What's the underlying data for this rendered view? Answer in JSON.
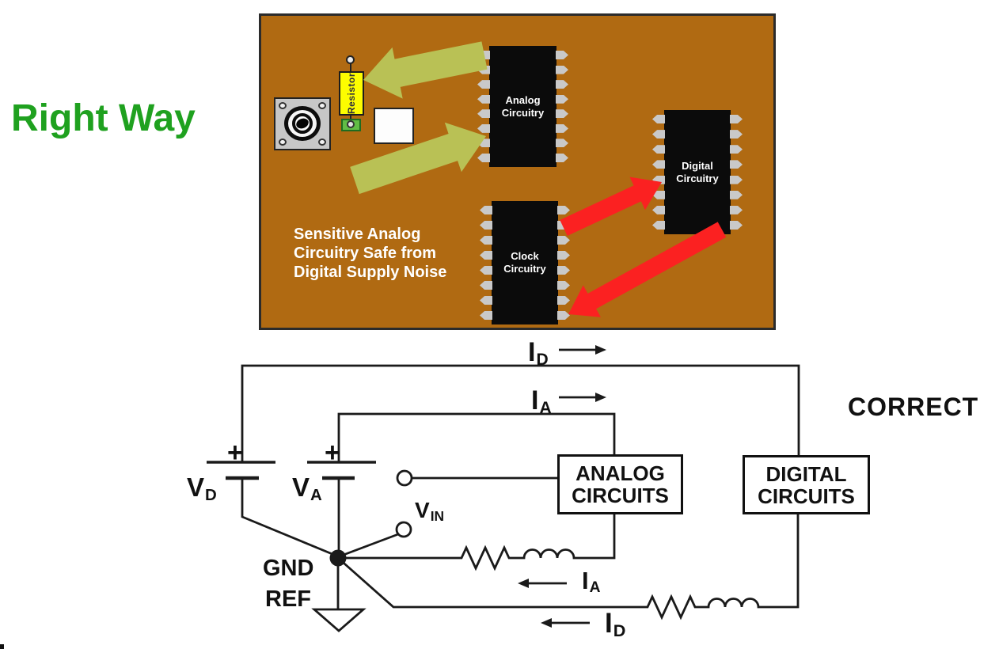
{
  "headings": {
    "right_way": "Right Way",
    "correct": "CORRECT"
  },
  "colors": {
    "right_way_green": "#1fa11f",
    "pcb_brown": "#b06a12",
    "pcb_border": "#2b2b2b",
    "arrow_green": "#b9c155",
    "arrow_red": "#fb2121",
    "chip_black": "#0b0b0b",
    "pin_gray": "#c9c9c9",
    "connector_gray": "#c7c7c7",
    "resistor_yellow": "#fdfd00",
    "pad_green": "#62bd46",
    "line_black": "#1a1a1a"
  },
  "pcb": {
    "resistor_label": "Resistor",
    "caption_lines": [
      "Sensitive Analog",
      "Circuitry Safe from",
      "Digital Supply Noise"
    ],
    "chips": [
      {
        "line1": "Analog",
        "line2": "Circuitry"
      },
      {
        "line1": "Clock",
        "line2": "Circuitry"
      },
      {
        "line1": "Digital",
        "line2": "Circuitry"
      }
    ]
  },
  "schematic": {
    "plus": "+",
    "vd": {
      "main": "V",
      "sub": "D"
    },
    "va": {
      "main": "V",
      "sub": "A"
    },
    "vin": {
      "main": "V",
      "sub": "IN"
    },
    "id_top": {
      "main": "I",
      "sub": "D"
    },
    "ia_top": {
      "main": "I",
      "sub": "A"
    },
    "ia_return": {
      "main": "I",
      "sub": "A"
    },
    "id_return": {
      "main": "I",
      "sub": "D"
    },
    "gnd": "GND",
    "ref": "REF",
    "analog_box": {
      "line1": "ANALOG",
      "line2": "CIRCUITS"
    },
    "digital_box": {
      "line1": "DIGITAL",
      "line2": "CIRCUITS"
    }
  }
}
